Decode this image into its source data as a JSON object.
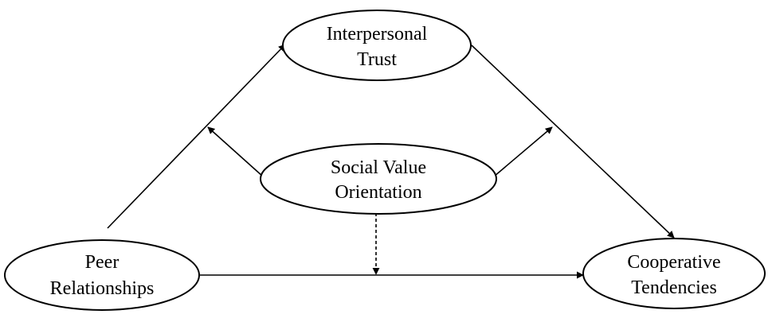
{
  "nodes": {
    "interpersonal_trust": {
      "line1": "Interpersonal",
      "line2": "Trust"
    },
    "social_value_orientation": {
      "line1": "Social Value",
      "line2": "Orientation"
    },
    "peer_relationships": {
      "line1": "Peer",
      "line2": "Relationships"
    },
    "cooperative_tendencies": {
      "line1": "Cooperative",
      "line2": "Tendencies"
    }
  },
  "colors": {
    "stroke": "#000000",
    "background": "#ffffff"
  }
}
